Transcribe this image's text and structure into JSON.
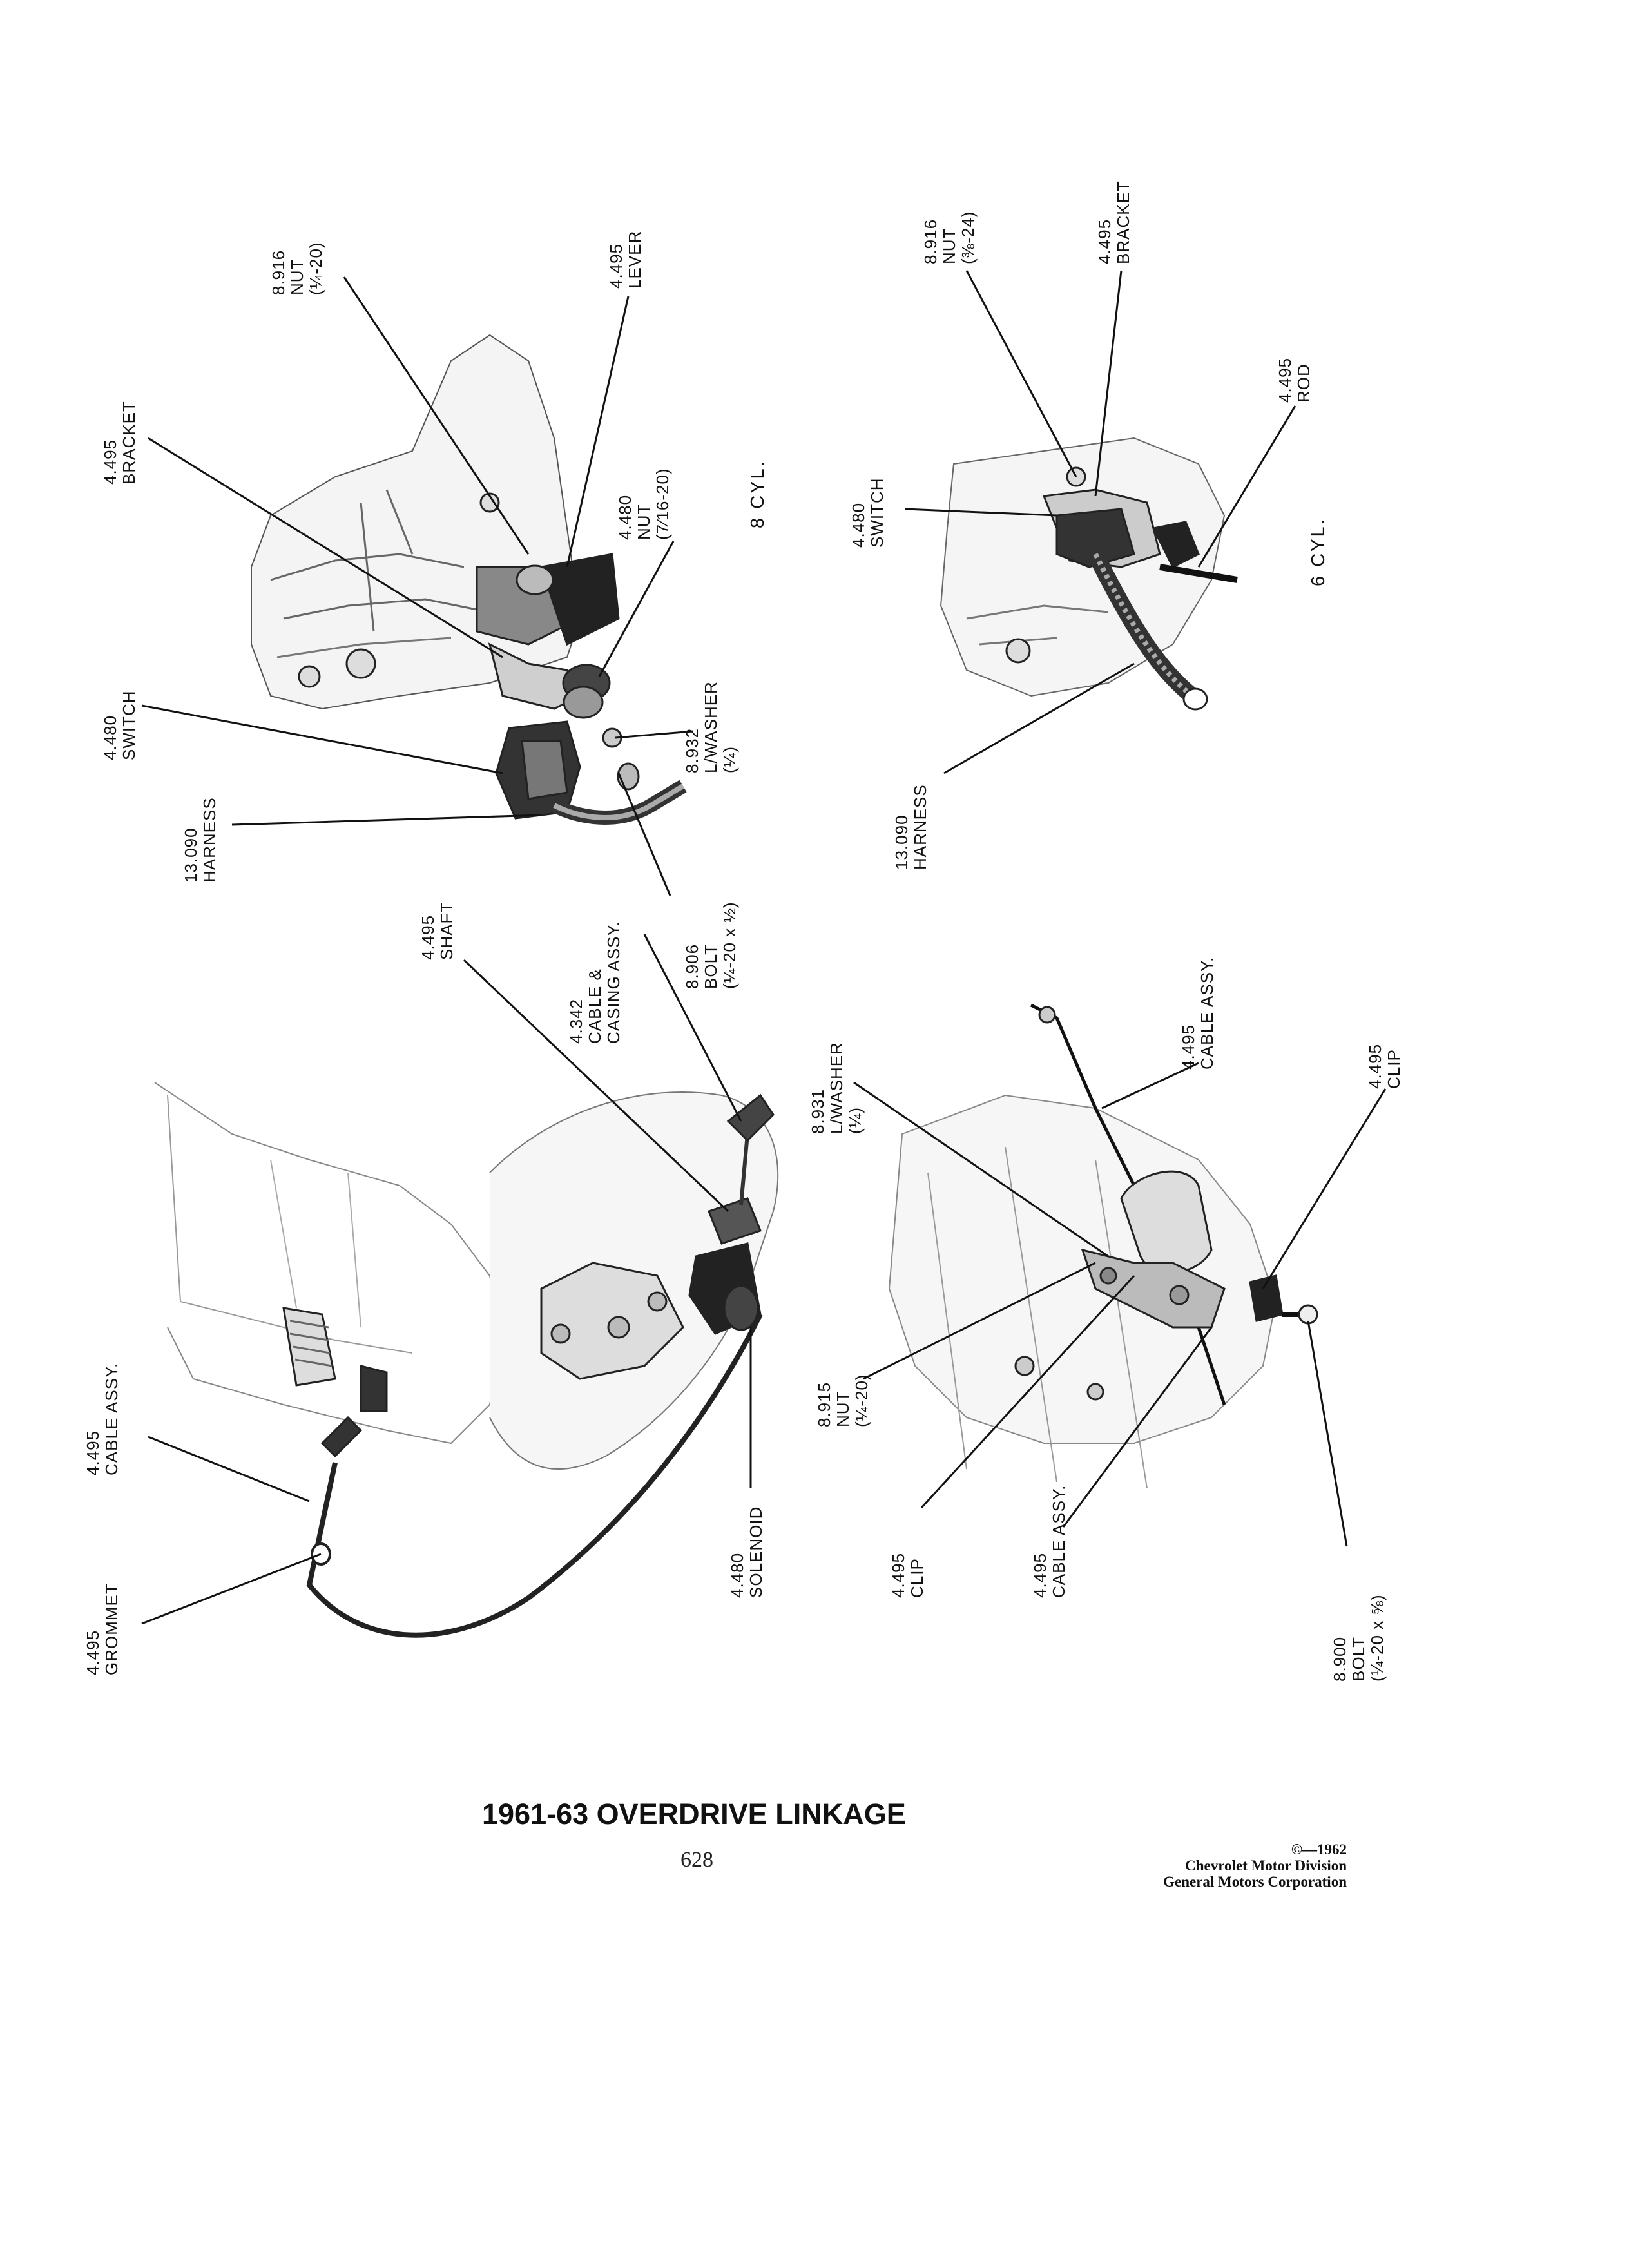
{
  "title": "1961-63 OVERDRIVE LINKAGE",
  "page_number": "628",
  "copyright": {
    "year_line": "©—1962",
    "line1": "Chevrolet Motor Division",
    "line2": "General Motors Corporation"
  },
  "views": {
    "eight_cyl": {
      "caption": "8 CYL.",
      "callouts": [
        {
          "id": "nut-1",
          "number": "8.916",
          "name": "NUT",
          "spec": "(¼-20)"
        },
        {
          "id": "lever",
          "number": "4.495",
          "name": "LEVER",
          "spec": ""
        },
        {
          "id": "bracket",
          "number": "4.495",
          "name": "BRACKET",
          "spec": ""
        },
        {
          "id": "nut-2",
          "number": "4.480",
          "name": "NUT",
          "spec": "(7⁄16-20)"
        },
        {
          "id": "switch",
          "number": "4.480",
          "name": "SWITCH",
          "spec": ""
        },
        {
          "id": "lwasher",
          "number": "8.932",
          "name": "L/WASHER",
          "spec": "(¼)"
        },
        {
          "id": "harness",
          "number": "13.090",
          "name": "HARNESS",
          "spec": ""
        },
        {
          "id": "bolt",
          "number": "8.906",
          "name": "BOLT",
          "spec": "(¼-20 x ½)"
        }
      ]
    },
    "six_cyl": {
      "caption": "6 CYL.",
      "callouts": [
        {
          "id": "nut",
          "number": "8.916",
          "name": "NUT",
          "spec": "(⅜-24)"
        },
        {
          "id": "bracket",
          "number": "4.495",
          "name": "BRACKET",
          "spec": ""
        },
        {
          "id": "rod",
          "number": "4.495",
          "name": "ROD",
          "spec": ""
        },
        {
          "id": "switch",
          "number": "4.480",
          "name": "SWITCH",
          "spec": ""
        },
        {
          "id": "harness",
          "number": "13.090",
          "name": "HARNESS",
          "spec": ""
        }
      ]
    },
    "solenoid": {
      "callouts": [
        {
          "id": "shaft",
          "number": "4.495",
          "name": "SHAFT",
          "spec": ""
        },
        {
          "id": "cable-casing",
          "number": "4.342",
          "name": "CABLE &",
          "spec": "CASING ASSY."
        },
        {
          "id": "cable",
          "number": "4.495",
          "name": "CABLE ASSY.",
          "spec": ""
        },
        {
          "id": "grommet",
          "number": "4.495",
          "name": "GROMMET",
          "spec": ""
        },
        {
          "id": "solenoid",
          "number": "4.480",
          "name": "SOLENOID",
          "spec": ""
        }
      ]
    },
    "cable_mount": {
      "callouts": [
        {
          "id": "lwasher",
          "number": "8.931",
          "name": "L/WASHER",
          "spec": "(¼)"
        },
        {
          "id": "cable-1",
          "number": "4.495",
          "name": "CABLE ASSY.",
          "spec": ""
        },
        {
          "id": "clip-1",
          "number": "4.495",
          "name": "CLIP",
          "spec": ""
        },
        {
          "id": "nut",
          "number": "8.915",
          "name": "NUT",
          "spec": "(¼-20)"
        },
        {
          "id": "clip-2",
          "number": "4.495",
          "name": "CLIP",
          "spec": ""
        },
        {
          "id": "cable-2",
          "number": "4.495",
          "name": "CABLE ASSY.",
          "spec": ""
        },
        {
          "id": "bolt",
          "number": "8.900",
          "name": "BOLT",
          "spec": "(¼-20 x ⅝)"
        }
      ]
    }
  }
}
